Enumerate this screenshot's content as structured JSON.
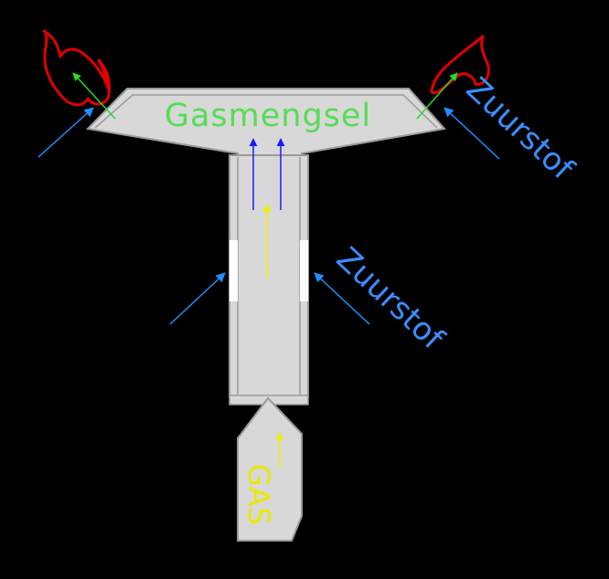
{
  "labels": {
    "mixture": "Gasmengsel",
    "oxygen_top": "Zuurstof",
    "oxygen_middle": "Zuurstof",
    "gas": "GAS"
  },
  "colors": {
    "background": "#000000",
    "body_fill": "#d8d8d8",
    "body_edge": "#9a9a9a",
    "flame": "#e00000",
    "mixture_arrow": "#22dd22",
    "oxygen_arrow": "#1e90ff",
    "gas_arrow": "#f0f000",
    "mix_up_arrow": "#1a1aff",
    "mixture_text": "#55dd55",
    "oxygen_text": "#3a8fff",
    "gas_text": "#eaea00",
    "opening": "#ffffff"
  },
  "icons": {
    "flame_left": "flame-icon",
    "flame_right": "flame-icon"
  }
}
